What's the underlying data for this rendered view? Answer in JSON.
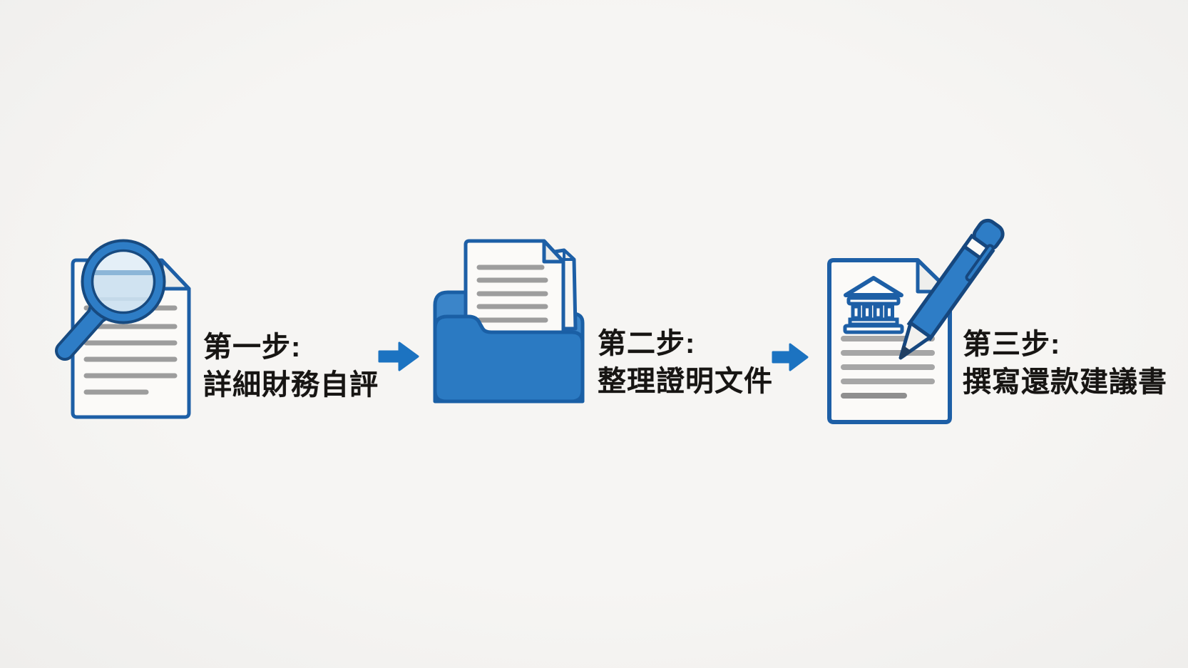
{
  "diagram": {
    "background_color": "#f4f3f1",
    "steps": [
      {
        "step_label": "第一步:",
        "step_title": "詳細財務自評",
        "icon": "magnifier-document-icon"
      },
      {
        "step_label": "第二步:",
        "step_title": "整理證明文件",
        "icon": "folder-documents-icon"
      },
      {
        "step_label": "第三步:",
        "step_title": "撰寫還款建議書",
        "icon": "bank-document-pen-icon"
      }
    ],
    "arrows": [
      {
        "name": "arrow-right-icon",
        "from": 1,
        "to": 2
      },
      {
        "name": "arrow-right-icon",
        "from": 2,
        "to": 3
      }
    ],
    "colors": {
      "primary_blue": "#2b7ac2",
      "fill_blue": "#2e7dc6",
      "dark_blue_outline": "#1a5fa5",
      "navy_outline": "#16477e",
      "lens_light_blue": "#d0e3f1",
      "document_fill": "#fbfaf8",
      "line_gray": "#a0a0a0",
      "text_black": "#171513",
      "arrow_blue": "#1c73c1"
    }
  }
}
